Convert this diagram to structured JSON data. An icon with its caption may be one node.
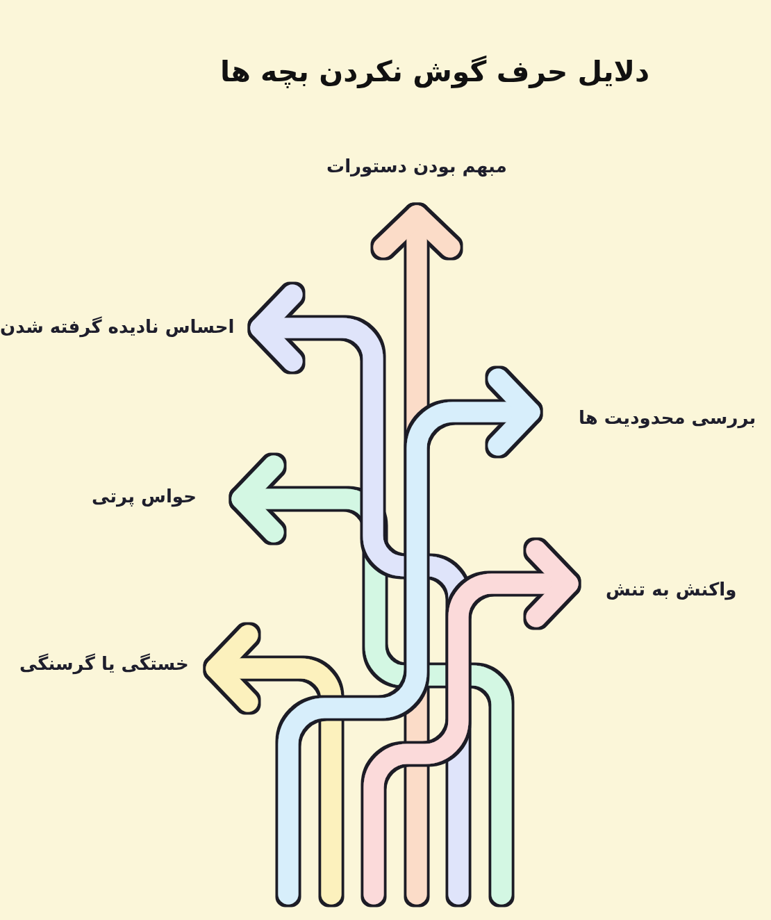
{
  "diagram": {
    "title": "دلایل حرف گوش نکردن بچه ها",
    "nodes": [
      {
        "text": [
          "مبهم بودن دستورات"
        ]
      },
      {
        "text": [
          "احساس نادیده گرفته شدن"
        ]
      },
      {
        "text": [
          "بررسی محدودیت ها"
        ]
      },
      {
        "text": [
          "حواس پرتی"
        ]
      },
      {
        "text": [
          "واکنش به تنش"
        ]
      },
      {
        "text": [
          "خستگی یا گرسنگی"
        ]
      }
    ],
    "edges": [
      {
        "from": null,
        "to": 0,
        "arrow": "to",
        "color": "#fbdcc8"
      },
      {
        "from": null,
        "to": 3,
        "arrow": "to",
        "color": "#d3f7e3"
      },
      {
        "from": null,
        "to": 1,
        "arrow": "to",
        "color": "#dfe4fa"
      },
      {
        "from": null,
        "to": 5,
        "arrow": "to",
        "color": "#fcf1bd"
      },
      {
        "from": null,
        "to": 2,
        "arrow": "to",
        "color": "#d7eefb"
      },
      {
        "from": null,
        "to": 4,
        "arrow": "to",
        "color": "#fbdada"
      }
    ]
  }
}
